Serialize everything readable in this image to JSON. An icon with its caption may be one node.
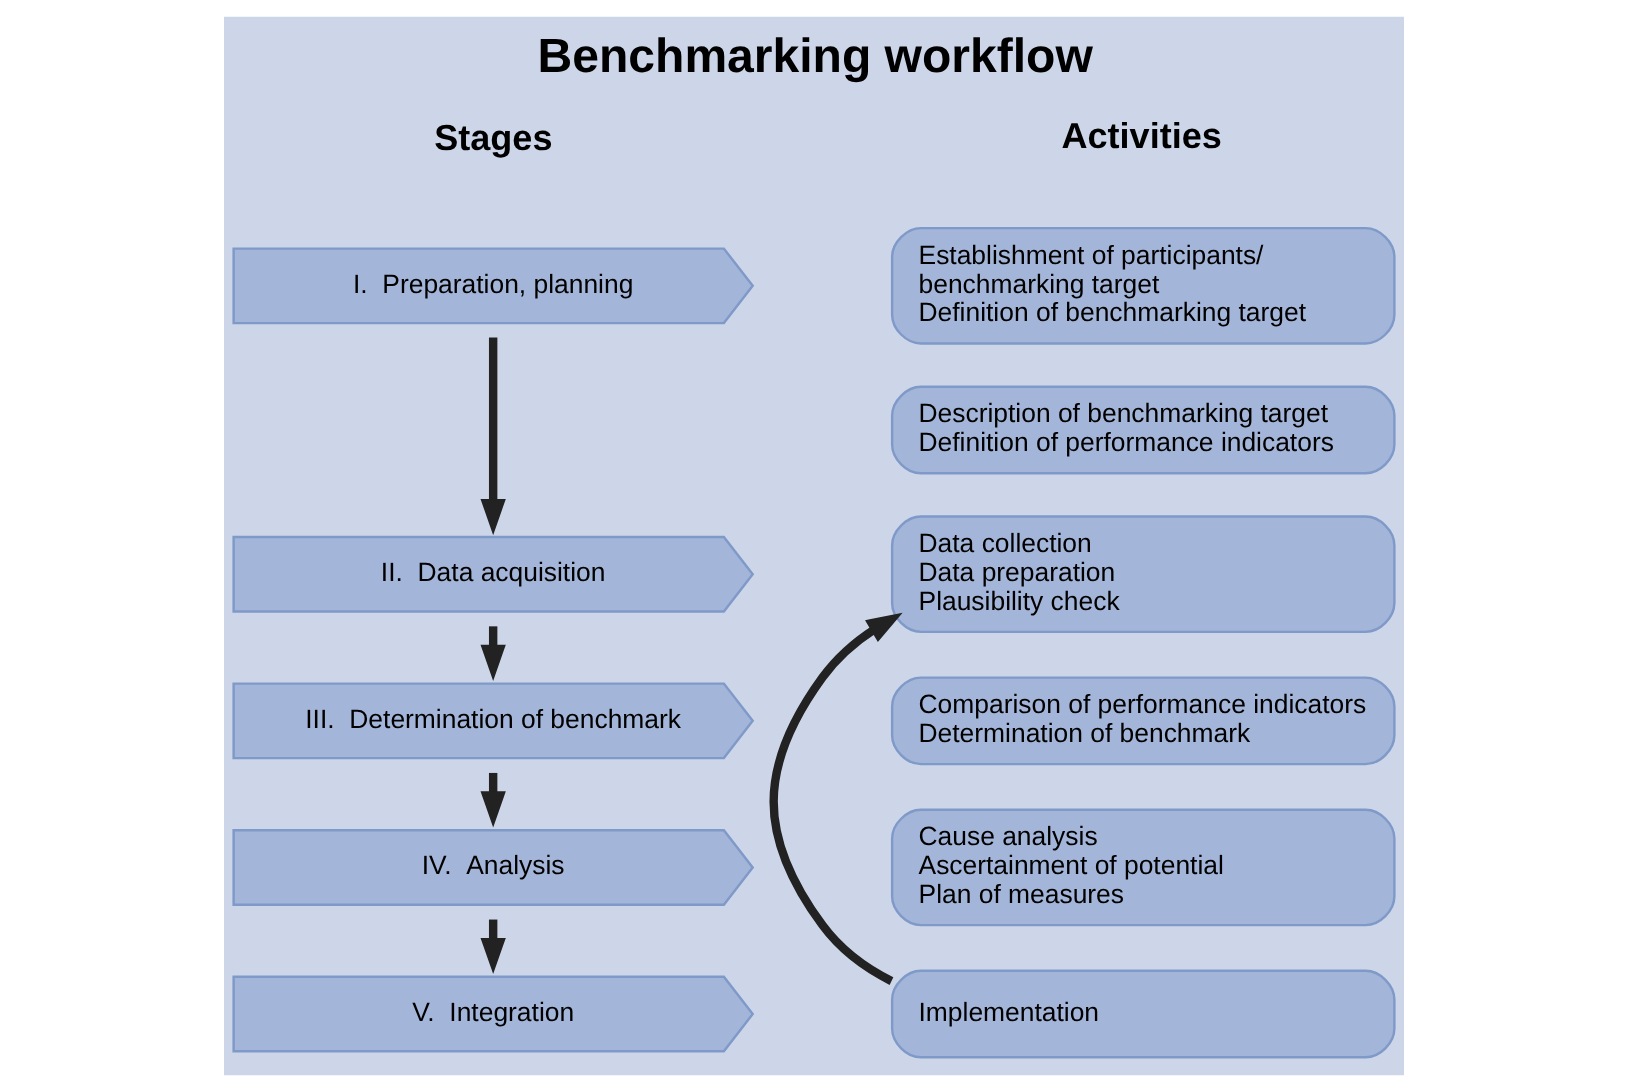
{
  "diagram": {
    "title": "Benchmarking workflow",
    "nodes": [
      {
        "text": [
          "I.  Preparation, planning"
        ]
      },
      {
        "text": [
          "II.  Data acquisition"
        ]
      },
      {
        "text": [
          "III.  Determination of benchmark"
        ]
      },
      {
        "text": [
          "IV.  Analysis"
        ]
      },
      {
        "text": [
          "V.  Integration"
        ]
      },
      {
        "text": [
          "Establishment of participants/ benchmarking target",
          "Definition of benchmarking target"
        ]
      },
      {
        "text": [
          "Description of benchmarking target",
          "Definition of performance indicators"
        ]
      },
      {
        "text": [
          "Data collection",
          "Data preparation",
          "Plausibility check"
        ]
      },
      {
        "text": [
          "Comparison of performance indicators",
          "Determination of benchmark"
        ]
      },
      {
        "text": [
          "Cause analysis",
          "Ascertainment of potential",
          "Plan of measures"
        ]
      },
      {
        "text": [
          "Implementation"
        ]
      }
    ],
    "edges": [
      {
        "from": 0,
        "to": 1,
        "arrow": "to"
      },
      {
        "from": 1,
        "to": 2,
        "arrow": "to"
      },
      {
        "from": 2,
        "to": 3,
        "arrow": "to"
      },
      {
        "from": 3,
        "to": 4,
        "arrow": "to"
      },
      {
        "from": 10,
        "to": 7,
        "arrow": "to"
      }
    ],
    "labels": [
      "Stages",
      "Activities"
    ]
  }
}
